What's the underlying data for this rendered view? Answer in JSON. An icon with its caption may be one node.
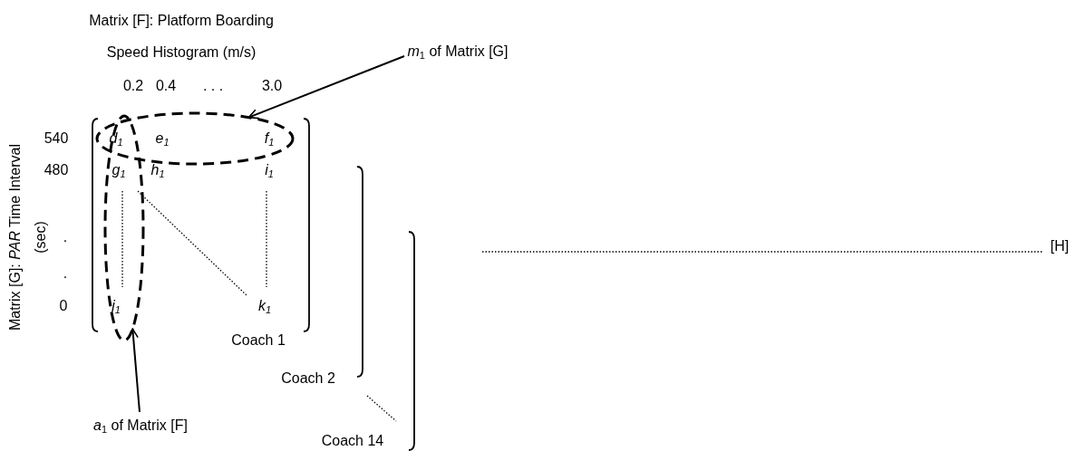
{
  "diagram": {
    "nodes": [
      {
        "text": [
          "*m*$_{1}$ of Matrix [G]"
        ]
      },
      {
        "text": [],
        "shape": "ellipse"
      },
      {
        "text": [],
        "shape": "ellipse"
      },
      {
        "text": [
          "*a*$_{1}$ of Matrix [F]"
        ]
      }
    ],
    "edges": [
      {
        "from": 0,
        "to": 1,
        "arrow": "to"
      },
      {
        "from": 3,
        "to": 2,
        "arrow": "to"
      }
    ],
    "labels": [
      "Matrix [F]: Platform Boarding Speed Histogram (m/s)",
      "0.2",
      "0.4",
      ". . .",
      "3.0",
      "Matrix [G]: *PAR* Time Interval (sec)",
      "540",
      "d$_{1}$",
      "e$_{1}$",
      "f$_{1}$",
      "480",
      "g$_{1}$",
      "h$_{1}$",
      "i$_{1}$",
      ".",
      ".",
      "0",
      "j$_{1}$",
      "k$_{1}$",
      "Coach 1",
      "Coach 2",
      "[H]",
      "Coach 14"
    ]
  }
}
